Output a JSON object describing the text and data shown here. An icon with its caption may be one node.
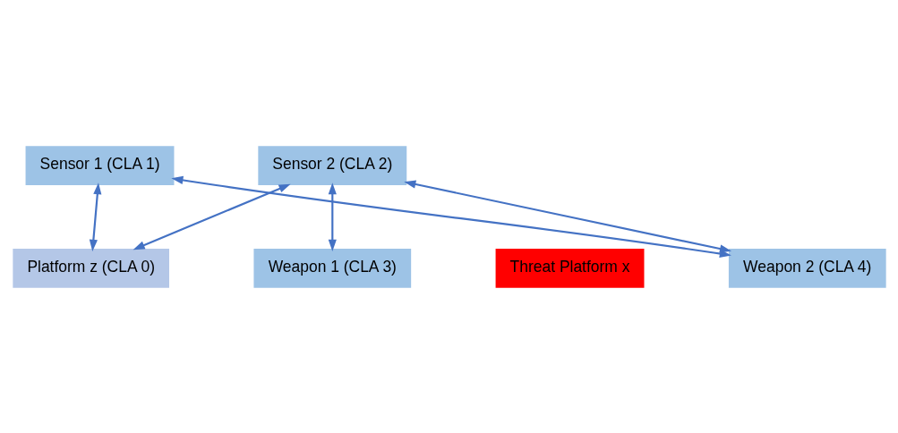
{
  "diagram": {
    "nodes": [
      {
        "text": [
          "Sensor 1 (CLA 1)"
        ]
      },
      {
        "text": [
          "Sensor 2 (CLA 2)"
        ]
      },
      {
        "text": [
          "Platform z (CLA 0)"
        ]
      },
      {
        "text": [
          "Weapon 1 (CLA 3)"
        ]
      },
      {
        "text": [
          "Threat Platform x"
        ]
      },
      {
        "text": [
          "Weapon 2 (CLA 4)"
        ]
      }
    ],
    "edges": [
      {
        "from": 0,
        "to": 2,
        "arrow": "both"
      },
      {
        "from": 1,
        "to": 2,
        "arrow": "both"
      },
      {
        "from": 1,
        "to": 3,
        "arrow": "both"
      },
      {
        "from": 0,
        "to": 5,
        "arrow": "both"
      },
      {
        "from": 1,
        "to": 5,
        "arrow": "both"
      }
    ]
  }
}
